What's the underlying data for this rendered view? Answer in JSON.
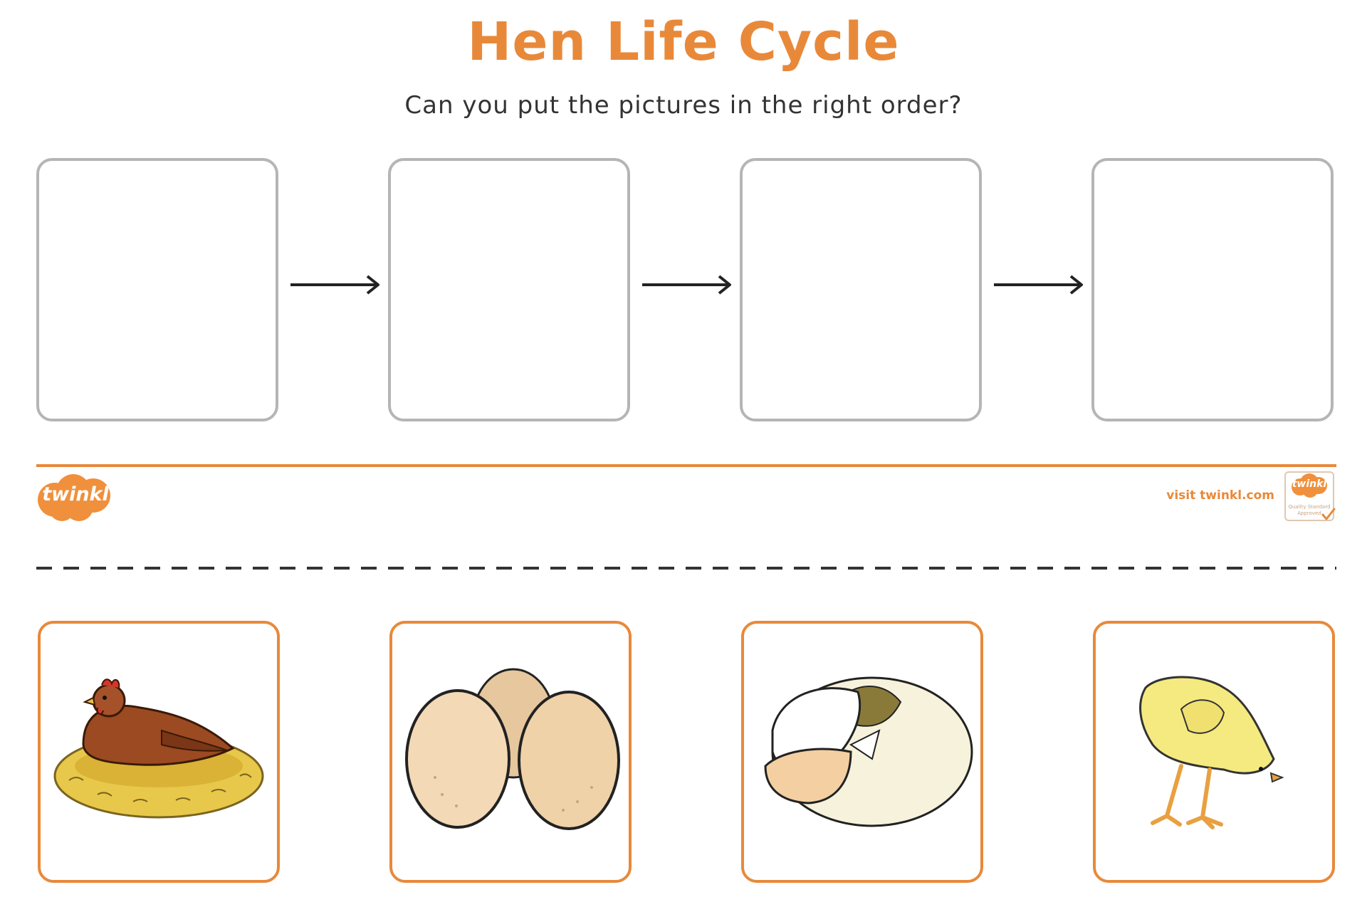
{
  "worksheet": {
    "title": "Hen Life Cycle",
    "instruction": "Can you put the pictures in the right order?"
  },
  "footer": {
    "brand": "twinkl",
    "visit_text": "visit twinkl.com",
    "badge_brand": "twinkl",
    "badge_caption_line1": "Quality Standard",
    "badge_caption_line2": "Approved"
  },
  "icons": {
    "slots": [
      "empty-slot",
      "empty-slot",
      "empty-slot",
      "empty-slot"
    ],
    "arrows": [
      "right-arrow-icon",
      "right-arrow-icon",
      "right-arrow-icon"
    ],
    "cards": [
      "hen-on-nest-picture",
      "eggs-picture",
      "hatching-egg-picture",
      "chick-picture"
    ]
  },
  "colors": {
    "accent": "#e8893a",
    "slot_border": "#b5b5b5",
    "text": "#333333"
  }
}
